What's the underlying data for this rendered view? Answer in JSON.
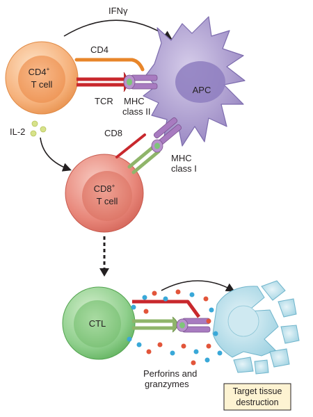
{
  "labels": {
    "ifng": "IFNγ",
    "cd4": "CD4",
    "tcr": "TCR",
    "mhc2_line1": "MHC",
    "mhc2_line2": "class II",
    "apc": "APC",
    "cd4_cell_line1": "CD4",
    "cd4_cell_sup": "+",
    "cd4_cell_line2": "T cell",
    "il2": "IL-2",
    "cd8": "CD8",
    "mhc1_line1": "MHC",
    "mhc1_line2": "class I",
    "cd8_cell_line1": "CD8",
    "cd8_cell_sup": "+",
    "cd8_cell_line2": "T cell",
    "ctl": "CTL",
    "perforins_line1": "Perforins and",
    "perforins_line2": "granzymes",
    "target_line1": "Target tissue",
    "target_line2": "destruction"
  },
  "colors": {
    "cd4_cell": "#f6b27c",
    "apc": "#a393c9",
    "cd8_cell": "#e8877a",
    "ctl": "#8fcf8c",
    "target": "#b5dde8",
    "tcr": "#c8282d",
    "cd4_receptor": "#e8862a",
    "mhc": "#a87bc0",
    "cd8_receptor": "#8fb56a",
    "il2_dot": "#d7e28a",
    "granule_blue": "#39a8d8",
    "granule_red": "#e2553a"
  }
}
